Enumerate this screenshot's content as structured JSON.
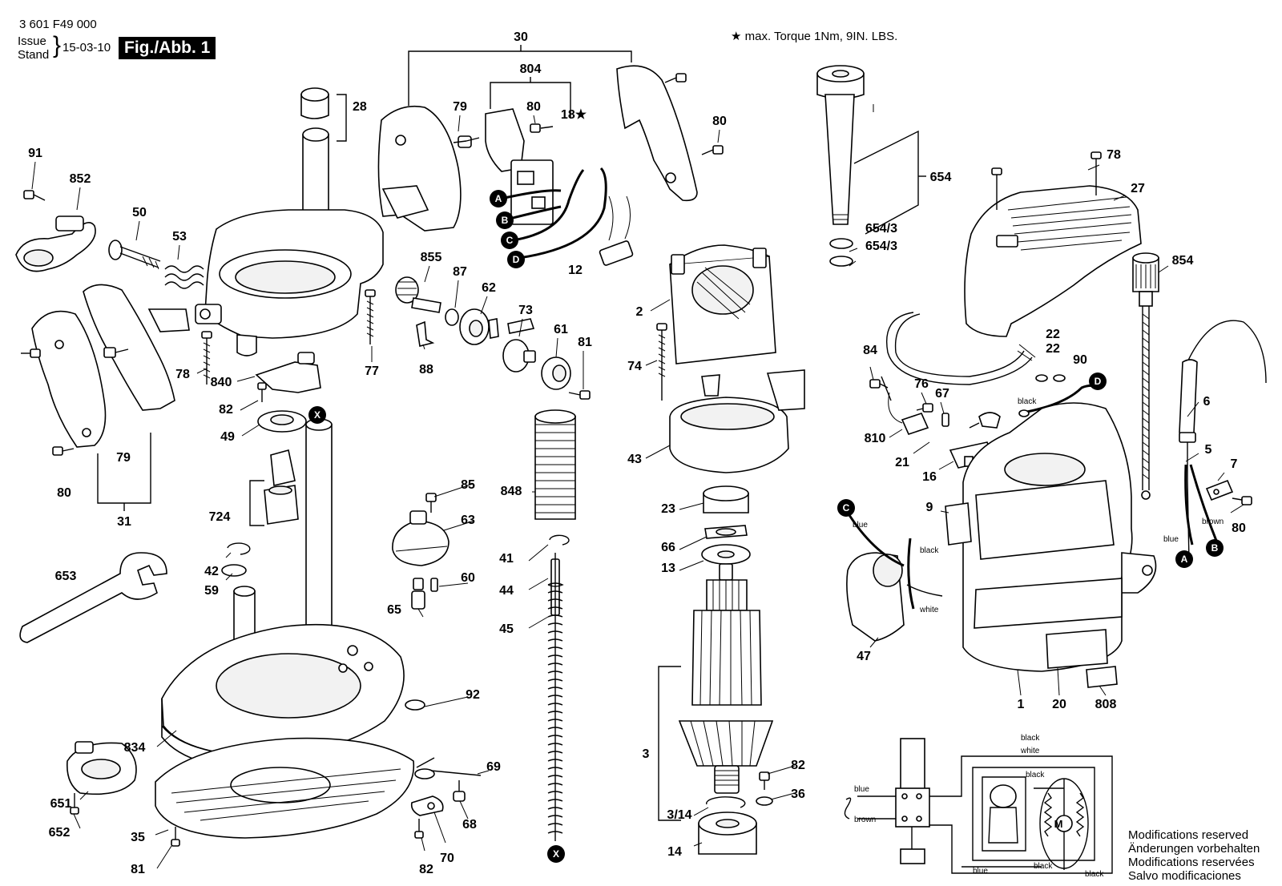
{
  "header": {
    "part_number": "3 601 F49 000",
    "issue_label": "Issue",
    "stand_label": "Stand",
    "issue_date": "15-03-10",
    "figure_label": "Fig./Abb. 1"
  },
  "torque_note": "★ max. Torque 1Nm,  9IN. LBS.",
  "modifications": [
    "Modifications reserved",
    "Änderungen vorbehalten",
    "Modifications reservées",
    "Salvo modificaciones"
  ],
  "callouts": [
    {
      "id": "c-30",
      "text": "30"
    },
    {
      "id": "c-804",
      "text": "804"
    },
    {
      "id": "c-28",
      "text": "28"
    },
    {
      "id": "c-79a",
      "text": "79"
    },
    {
      "id": "c-80a",
      "text": "80"
    },
    {
      "id": "c-18",
      "text": "18★"
    },
    {
      "id": "c-80b",
      "text": "80"
    },
    {
      "id": "c-91",
      "text": "91"
    },
    {
      "id": "c-852",
      "text": "852"
    },
    {
      "id": "c-50",
      "text": "50"
    },
    {
      "id": "c-53",
      "text": "53"
    },
    {
      "id": "c-12",
      "text": "12"
    },
    {
      "id": "c-654",
      "text": "654"
    },
    {
      "id": "c-6543a",
      "text": "654/3"
    },
    {
      "id": "c-6543b",
      "text": "654/3"
    },
    {
      "id": "c-78a",
      "text": "78"
    },
    {
      "id": "c-27",
      "text": "27"
    },
    {
      "id": "c-854",
      "text": "854"
    },
    {
      "id": "c-855",
      "text": "855"
    },
    {
      "id": "c-87",
      "text": "87"
    },
    {
      "id": "c-62",
      "text": "62"
    },
    {
      "id": "c-73",
      "text": "73"
    },
    {
      "id": "c-61",
      "text": "61"
    },
    {
      "id": "c-81a",
      "text": "81"
    },
    {
      "id": "c-88",
      "text": "88"
    },
    {
      "id": "c-77",
      "text": "77"
    },
    {
      "id": "c-78b",
      "text": "78"
    },
    {
      "id": "c-840",
      "text": "840"
    },
    {
      "id": "c-82a",
      "text": "82"
    },
    {
      "id": "c-49",
      "text": "49"
    },
    {
      "id": "c-79b",
      "text": "79"
    },
    {
      "id": "c-80c",
      "text": "80"
    },
    {
      "id": "c-31",
      "text": "31"
    },
    {
      "id": "c-2",
      "text": "2"
    },
    {
      "id": "c-74",
      "text": "74"
    },
    {
      "id": "c-43",
      "text": "43"
    },
    {
      "id": "c-22a",
      "text": "22"
    },
    {
      "id": "c-22b",
      "text": "22"
    },
    {
      "id": "c-90",
      "text": "90"
    },
    {
      "id": "c-84",
      "text": "84"
    },
    {
      "id": "c-76",
      "text": "76"
    },
    {
      "id": "c-67",
      "text": "67"
    },
    {
      "id": "c-810",
      "text": "810"
    },
    {
      "id": "c-21",
      "text": "21"
    },
    {
      "id": "c-16",
      "text": "16"
    },
    {
      "id": "c-6",
      "text": "6"
    },
    {
      "id": "c-5",
      "text": "5"
    },
    {
      "id": "c-7",
      "text": "7"
    },
    {
      "id": "c-80d",
      "text": "80"
    },
    {
      "id": "c-9",
      "text": "9"
    },
    {
      "id": "c-724",
      "text": "724"
    },
    {
      "id": "c-85",
      "text": "85"
    },
    {
      "id": "c-63",
      "text": "63"
    },
    {
      "id": "c-848",
      "text": "848"
    },
    {
      "id": "c-23",
      "text": "23"
    },
    {
      "id": "c-66",
      "text": "66"
    },
    {
      "id": "c-13",
      "text": "13"
    },
    {
      "id": "c-653",
      "text": "653"
    },
    {
      "id": "c-42",
      "text": "42"
    },
    {
      "id": "c-59",
      "text": "59"
    },
    {
      "id": "c-60",
      "text": "60"
    },
    {
      "id": "c-65",
      "text": "65"
    },
    {
      "id": "c-41",
      "text": "41"
    },
    {
      "id": "c-44",
      "text": "44"
    },
    {
      "id": "c-45",
      "text": "45"
    },
    {
      "id": "c-47",
      "text": "47"
    },
    {
      "id": "c-1",
      "text": "1"
    },
    {
      "id": "c-20",
      "text": "20"
    },
    {
      "id": "c-808",
      "text": "808"
    },
    {
      "id": "c-92",
      "text": "92"
    },
    {
      "id": "c-834",
      "text": "834"
    },
    {
      "id": "c-3",
      "text": "3"
    },
    {
      "id": "c-69",
      "text": "69"
    },
    {
      "id": "c-651",
      "text": "651"
    },
    {
      "id": "c-652",
      "text": "652"
    },
    {
      "id": "c-35",
      "text": "35"
    },
    {
      "id": "c-82b",
      "text": "82"
    },
    {
      "id": "c-36",
      "text": "36"
    },
    {
      "id": "c-314",
      "text": "3/14"
    },
    {
      "id": "c-68",
      "text": "68"
    },
    {
      "id": "c-70",
      "text": "70"
    },
    {
      "id": "c-82c",
      "text": "82"
    },
    {
      "id": "c-81b",
      "text": "81"
    },
    {
      "id": "c-14",
      "text": "14"
    }
  ],
  "connector_markers": [
    "A",
    "B",
    "C",
    "D",
    "X"
  ],
  "wire_labels": {
    "black": "black",
    "blue": "blue",
    "brown": "brown",
    "white": "white"
  },
  "motor_symbol": "M"
}
